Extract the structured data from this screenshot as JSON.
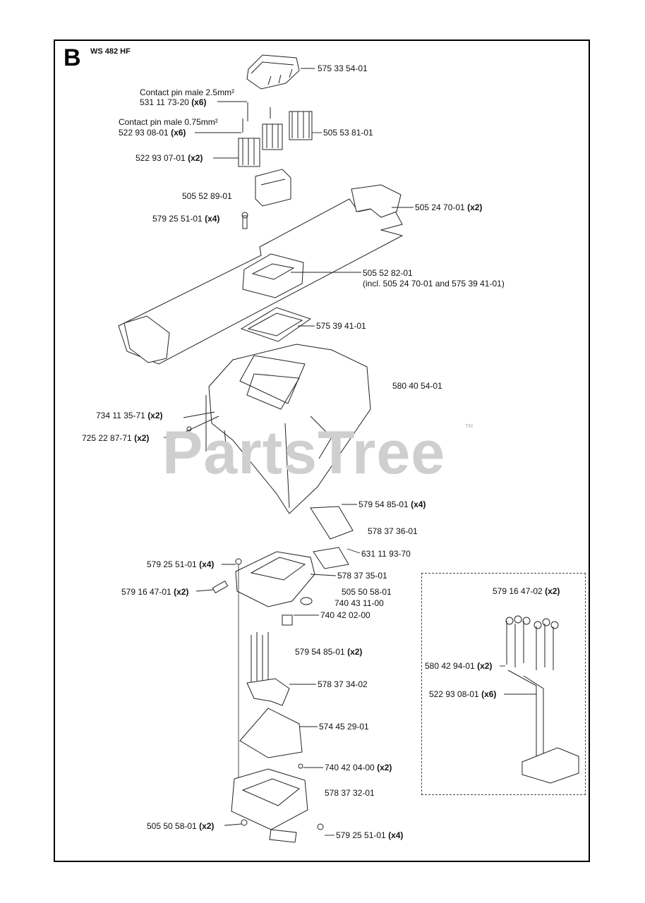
{
  "section": "B",
  "model": "WS 482 HF",
  "watermark": "PartsTree",
  "watermark_tm": "™",
  "callouts": [
    {
      "id": "p1",
      "part": "575 33 54-01",
      "qty": ""
    },
    {
      "id": "p2a",
      "part": "Contact pin male 2.5mm²",
      "qty": ""
    },
    {
      "id": "p2b",
      "part": "531 11 73-20",
      "qty": "(x6)"
    },
    {
      "id": "p3a",
      "part": "Contact pin male 0.75mm²",
      "qty": ""
    },
    {
      "id": "p3b",
      "part": "522 93 08-01",
      "qty": "(x6)"
    },
    {
      "id": "p4",
      "part": "505 53 81-01",
      "qty": ""
    },
    {
      "id": "p5",
      "part": "522 93 07-01",
      "qty": "(x2)"
    },
    {
      "id": "p6",
      "part": "505 52 89-01",
      "qty": ""
    },
    {
      "id": "p7",
      "part": "505 24 70-01",
      "qty": "(x2)"
    },
    {
      "id": "p8",
      "part": "579 25 51-01",
      "qty": "(x4)"
    },
    {
      "id": "p9a",
      "part": "505 52 82-01",
      "qty": ""
    },
    {
      "id": "p9b",
      "part": "(incl. 505 24 70-01 and 575 39 41-01)",
      "qty": ""
    },
    {
      "id": "p10",
      "part": "575 39 41-01",
      "qty": ""
    },
    {
      "id": "p11",
      "part": "580 40 54-01",
      "qty": ""
    },
    {
      "id": "p12",
      "part": "734 11 35-71",
      "qty": "(x2)"
    },
    {
      "id": "p13",
      "part": "725 22 87-71",
      "qty": "(x2)"
    },
    {
      "id": "p14",
      "part": "579 54 85-01",
      "qty": "(x4)"
    },
    {
      "id": "p15",
      "part": "578 37 36-01",
      "qty": ""
    },
    {
      "id": "p16",
      "part": "631 11 93-70",
      "qty": ""
    },
    {
      "id": "p17",
      "part": "579 25 51-01",
      "qty": "(x4)"
    },
    {
      "id": "p18",
      "part": "578 37 35-01",
      "qty": ""
    },
    {
      "id": "p19",
      "part": "579 16 47-01",
      "qty": "(x2)"
    },
    {
      "id": "p20",
      "part": "505 50 58-01",
      "qty": ""
    },
    {
      "id": "p21",
      "part": "740 43 11-00",
      "qty": ""
    },
    {
      "id": "p22",
      "part": "740 42 02-00",
      "qty": ""
    },
    {
      "id": "p23",
      "part": "579 54 85-01",
      "qty": "(x2)"
    },
    {
      "id": "p24",
      "part": "578 37 34-02",
      "qty": ""
    },
    {
      "id": "p25",
      "part": "574 45 29-01",
      "qty": ""
    },
    {
      "id": "p26",
      "part": "740 42 04-00",
      "qty": "(x2)"
    },
    {
      "id": "p27",
      "part": "578 37 32-01",
      "qty": ""
    },
    {
      "id": "p28",
      "part": "505 50 58-01",
      "qty": "(x2)"
    },
    {
      "id": "p29",
      "part": "579 25 51-01",
      "qty": "(x4)"
    },
    {
      "id": "p30",
      "part": "579 16 47-02",
      "qty": "(x2)"
    },
    {
      "id": "p31",
      "part": "580 42 94-01",
      "qty": "(x2)"
    },
    {
      "id": "p32",
      "part": "522 93 08-01",
      "qty": "(x6)"
    }
  ]
}
